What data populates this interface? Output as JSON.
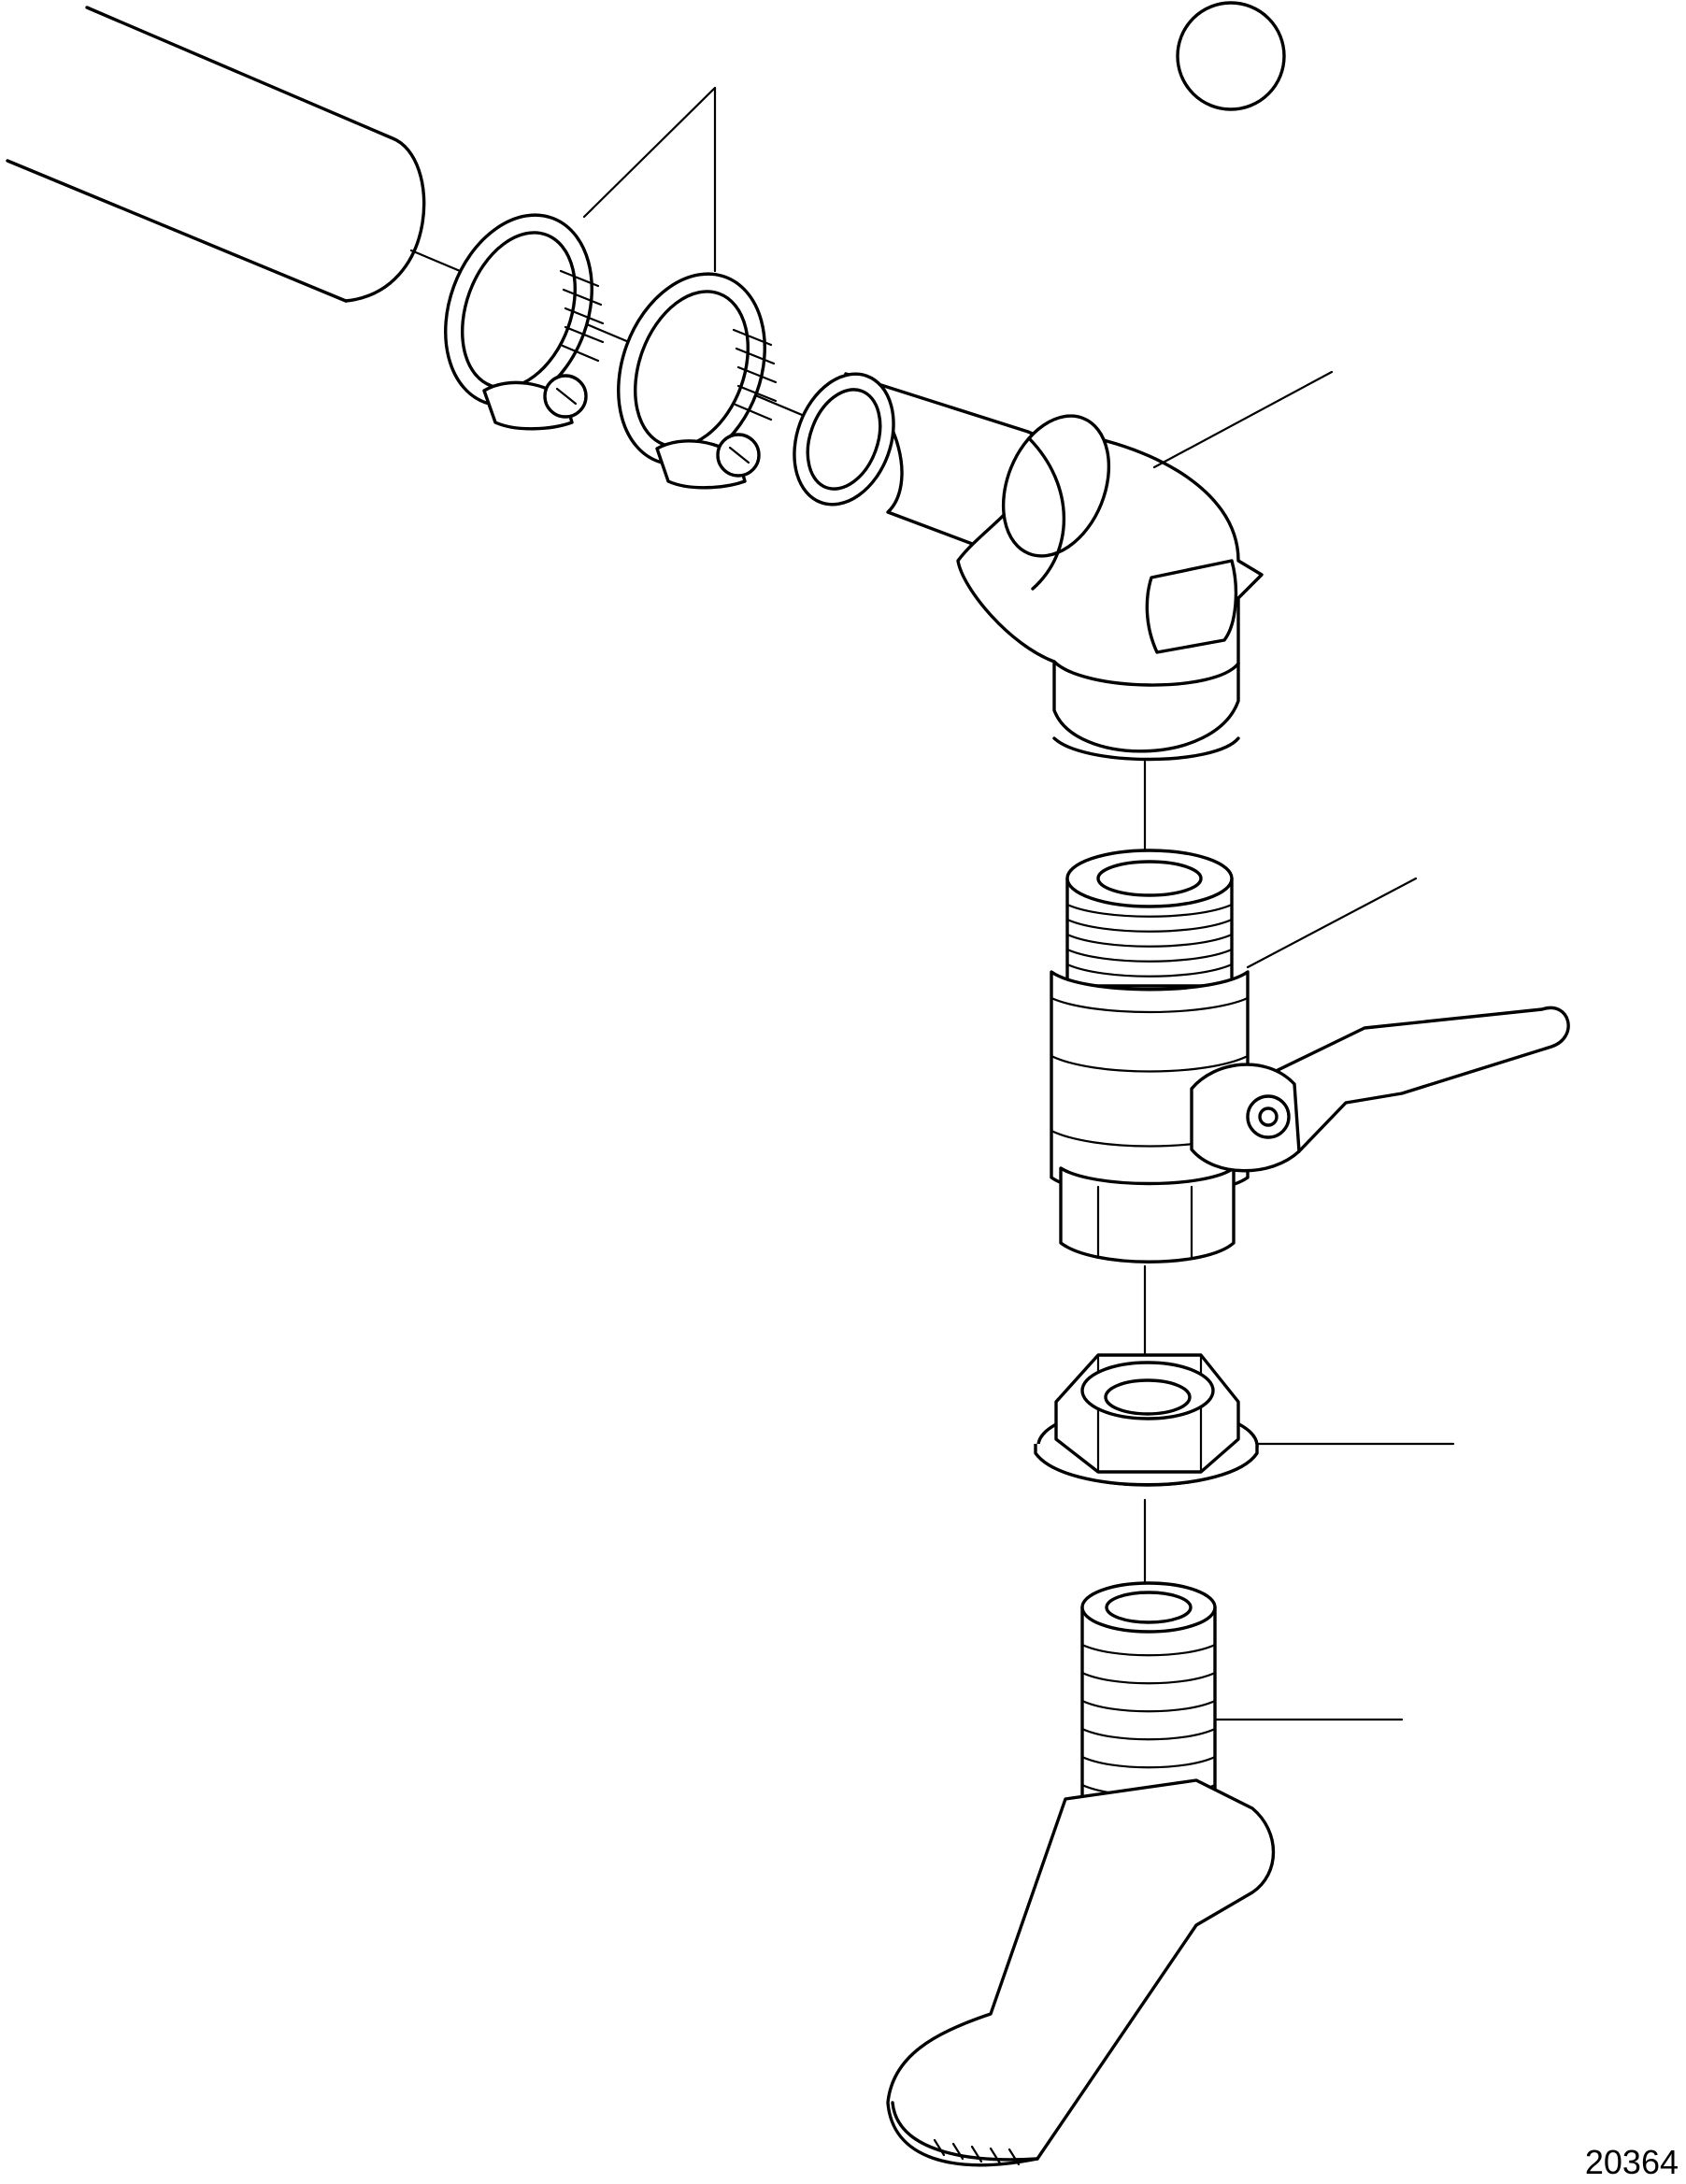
{
  "drawing": {
    "reference_number": "20364",
    "components": [
      "hose",
      "hose-clamp-1",
      "hose-clamp-2",
      "hose-elbow",
      "ball-valve",
      "lock-nut",
      "through-hull-fitting"
    ]
  },
  "colors": {
    "line": "#000000",
    "background": "#ffffff"
  }
}
